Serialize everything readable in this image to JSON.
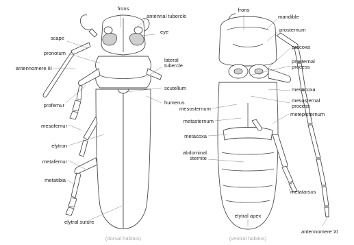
{
  "dorsal_labels": {
    "frons": "frons",
    "antennal_tubercle": "antennal tubercle",
    "scape": "scape",
    "eye": "eye",
    "pronotum": "pronotum",
    "antennomere_iii": "antennomere III",
    "lateral_tubercle": "lateral\ntubercle",
    "scutellum": "scutellum",
    "profemur": "profemur",
    "humerus": "humerus",
    "mesofemur": "mesofemur",
    "elytron": "elytron",
    "metafemur": "metafemur",
    "metatibia": "metatibia",
    "elytral_suture": "elytral suture"
  },
  "ventral_labels": {
    "frons": "frons",
    "mandible": "mandible",
    "prosternum": "prosternum",
    "procoxa": "procoxa",
    "prosternal_process": "prosternal\nprocess",
    "mesocoxa": "mesocoxa",
    "mesosternal_process": "mesosternal\nprocess",
    "mesosternum": "mesosternum",
    "metasternum": "metasternum",
    "metepisternum": "metepisternum",
    "metacoxa": "metacoxa",
    "abdominal_sternite": "abdominal\nsternite",
    "metatarsus": "metatarsus",
    "elytral_apex": "elytral apex",
    "antennomere_xi": "antennomere XI"
  },
  "captions": {
    "dorsal": "(dorsal habitus)",
    "ventral": "(ventral habitus)"
  }
}
